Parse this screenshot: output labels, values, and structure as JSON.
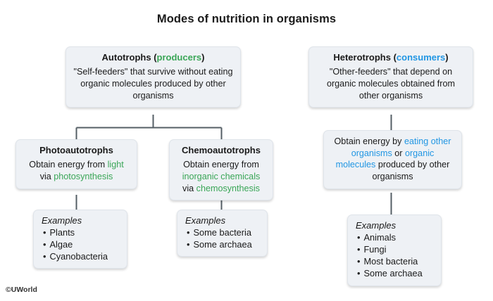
{
  "title": "Modes of nutrition in organisms",
  "watermark": "©UWorld",
  "colors": {
    "green": "#3aa657",
    "blue": "#2196e3",
    "box_fill": "#eef1f5",
    "line": "#555f66"
  },
  "nodes": {
    "autotrophs": {
      "head_plain_1": "Autotrophs (",
      "head_accent": "producers",
      "head_plain_2": ")",
      "body": "\"Self-feeders\" that survive without eating organic molecules produced by other organisms"
    },
    "heterotrophs": {
      "head_plain_1": "Heterotrophs (",
      "head_accent": "consumers",
      "head_plain_2": ")",
      "body": "\"Other-feeders\" that depend on organic molecules obtained from other organisms"
    },
    "photoautotrophs": {
      "head": "Photoautotrophs",
      "body_1": "Obtain energy from ",
      "body_accent_1": "light",
      "body_2": " via ",
      "body_accent_2": "photosynthesis"
    },
    "chemoautotrophs": {
      "head": "Chemoautotrophs",
      "body_1": "Obtain energy from ",
      "body_accent_1": "inorganic chemicals",
      "body_2": " via ",
      "body_accent_2": "chemosynthesis"
    },
    "hetero_detail": {
      "body_1": "Obtain energy by ",
      "body_accent_1": "eating other organisms",
      "body_2": " or ",
      "body_accent_2": "organic molecules",
      "body_3": " produced by other organisms"
    },
    "examples_photoautotrophs": {
      "title": "Examples",
      "items": [
        "Plants",
        "Algae",
        "Cyanobacteria"
      ]
    },
    "examples_chemoautotrophs": {
      "title": "Examples",
      "items": [
        "Some bacteria",
        "Some archaea"
      ]
    },
    "examples_heterotrophs": {
      "title": "Examples",
      "items": [
        "Animals",
        "Fungi",
        "Most bacteria",
        "Some archaea"
      ]
    }
  }
}
